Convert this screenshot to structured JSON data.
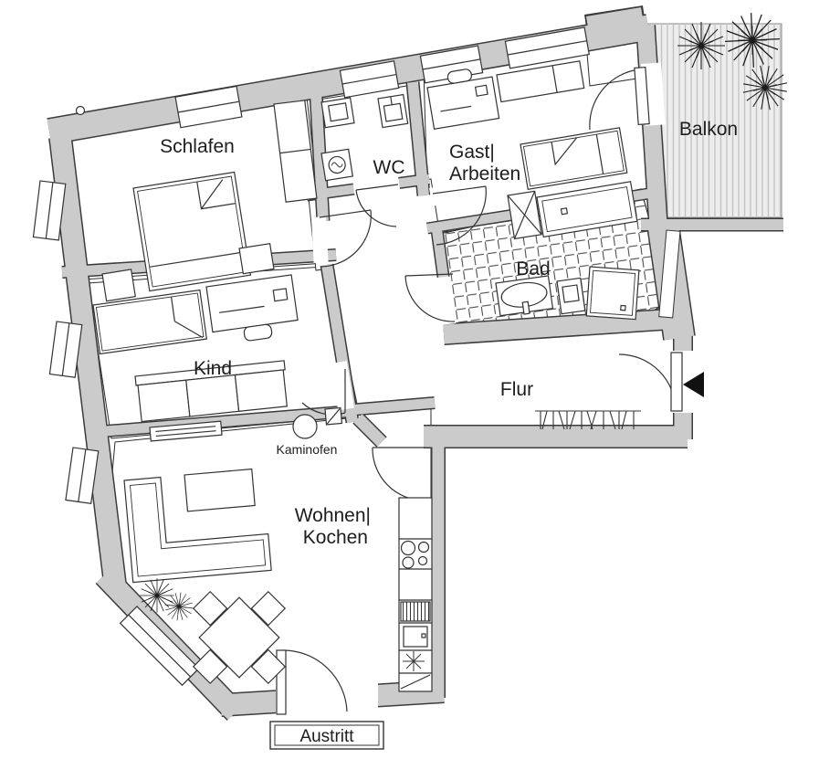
{
  "plan": {
    "type": "apartment-floor-plan",
    "labels": {
      "schlafen": "Schlafen",
      "wc": "WC",
      "gast_line1": "Gast|",
      "gast_line2": "Arbeiten",
      "balkon": "Balkon",
      "bad": "Bad",
      "kind": "Kind",
      "flur": "Flur",
      "kaminofen": "Kaminofen",
      "wohnen_line1": "Wohnen|",
      "wohnen_line2": "Kochen",
      "austritt": "Austritt"
    },
    "colors": {
      "wall_fill": "#cbcbcb",
      "wall_edge": "#3c3c3c",
      "line": "#333333",
      "paper": "#ffffff",
      "balcony_fill": "#ededed",
      "balcony_stripe": "#c3c3c3",
      "entrance_arrow": "#111111"
    }
  }
}
